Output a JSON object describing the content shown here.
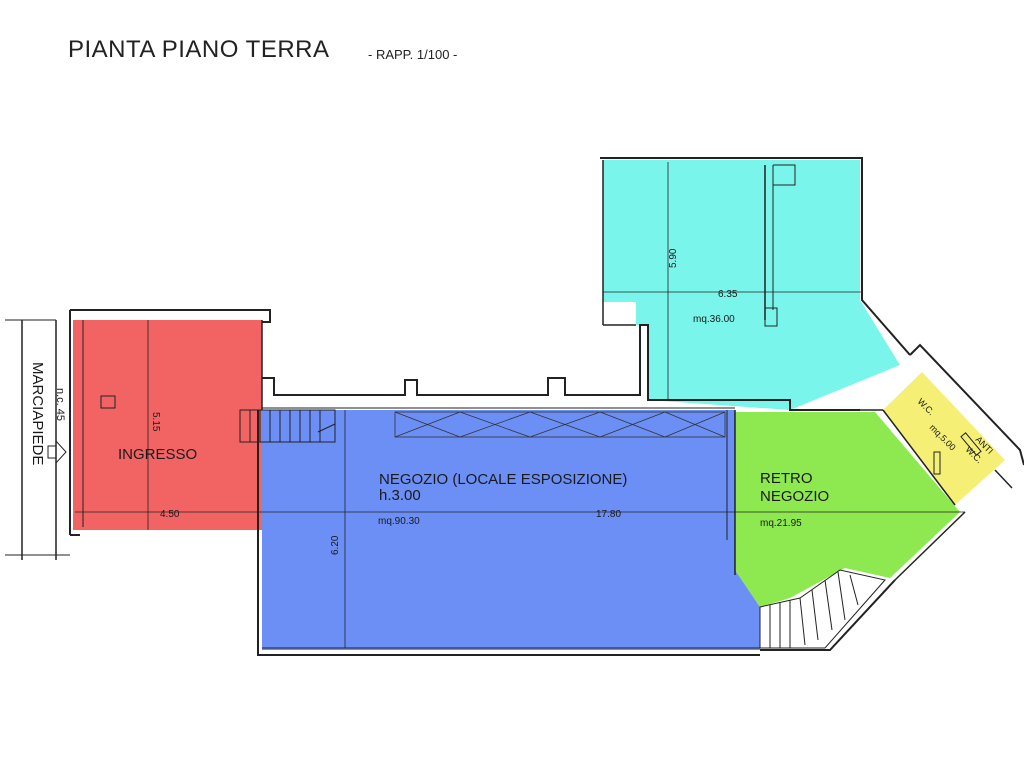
{
  "header": {
    "title": "PIANTA PIANO TERRA",
    "scale": "- RAPP. 1/100 -"
  },
  "street": {
    "name": "MARCIAPIEDE",
    "civic": "n.c. 45"
  },
  "rooms": {
    "ingresso": {
      "label": "INGRESSO",
      "color": "#f26464"
    },
    "negozio": {
      "label": "NEGOZIO (LOCALE ESPOSIZIONE)",
      "height": "h.3.00",
      "area": "mq.90.30",
      "color": "#6b8ff5"
    },
    "retro": {
      "label_line1": "RETRO",
      "label_line2": "NEGOZIO",
      "area": "mq.21.95",
      "color": "#8ee84f"
    },
    "magazzino": {
      "area": "mq.36.00",
      "color": "#7af5ec"
    },
    "wc": {
      "label": "W.C.",
      "anti_line1": "ANTI",
      "anti_line2": "W.C.",
      "area": "mq.5.00",
      "color": "#f5f075"
    }
  },
  "dimensions": {
    "ingresso_width": "4.50",
    "ingresso_depth": "5.15",
    "total_length": "17.80",
    "negozio_depth": "6.20",
    "magazzino_depth": "5.90",
    "magazzino_width": "6.35"
  }
}
